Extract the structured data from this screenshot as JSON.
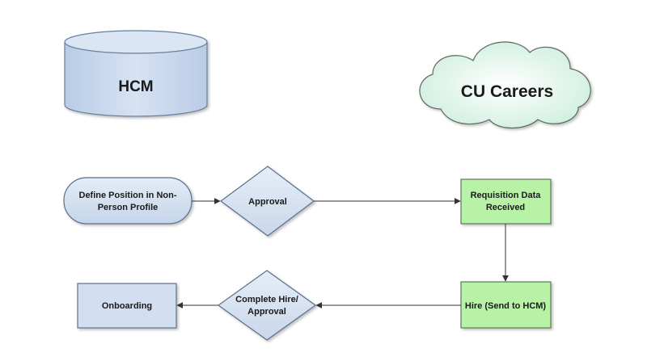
{
  "nodes": {
    "hcm": {
      "label": "HCM"
    },
    "cu_careers": {
      "label": "CU Careers"
    },
    "define_position": {
      "line1": "Define Position in Non-",
      "line2": "Person Profile"
    },
    "approval": {
      "label": "Approval"
    },
    "requisition": {
      "line1": "Requisition Data",
      "line2": "Received"
    },
    "hire": {
      "label": "Hire (Send to HCM)"
    },
    "complete_hire": {
      "line1": "Complete Hire/",
      "line2": "Approval"
    },
    "onboarding": {
      "label": "Onboarding"
    }
  },
  "colors": {
    "database_fill": "#c9d9ee",
    "cloud_fill": "#dff5ea",
    "process_green": "#b7f2a6",
    "process_blue": "#d2dff0",
    "stroke": "#555555"
  },
  "icons": {
    "arrow": "arrowhead"
  }
}
